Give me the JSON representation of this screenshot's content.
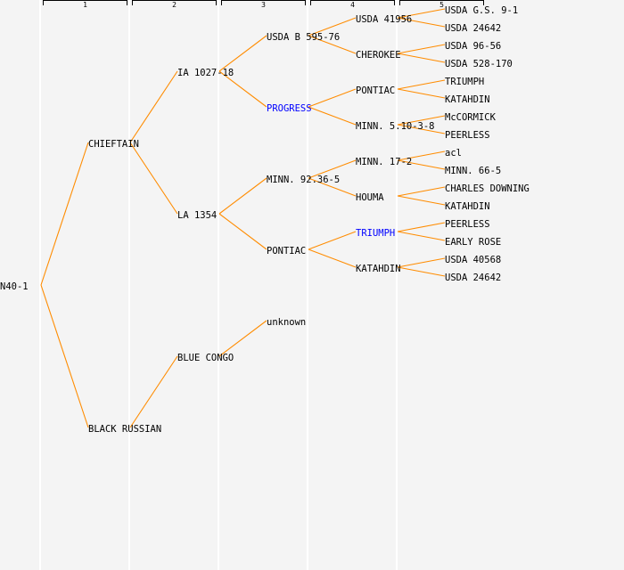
{
  "colors": {
    "edge": "#ff8c00",
    "highlight": "#0000ff",
    "text": "#000000",
    "background": "#f4f4f4"
  },
  "generation_headers": [
    "1",
    "2",
    "3",
    "4",
    "5"
  ],
  "tree": {
    "label": "N40-1",
    "parents": [
      {
        "label": "CHIEFTAIN",
        "parents": [
          {
            "label": "IA 1027-18",
            "parents": [
              {
                "label": "USDA B 595-76",
                "parents": [
                  {
                    "label": "USDA 41956",
                    "parents": [
                      {
                        "label": "USDA G.S. 9-1"
                      },
                      {
                        "label": "USDA 24642"
                      }
                    ]
                  },
                  {
                    "label": "CHEROKEE",
                    "parents": [
                      {
                        "label": "USDA 96-56"
                      },
                      {
                        "label": "USDA 528-170"
                      }
                    ]
                  }
                ]
              },
              {
                "label": "PROGRESS",
                "highlight": true,
                "parents": [
                  {
                    "label": "PONTIAC",
                    "parents": [
                      {
                        "label": "TRIUMPH"
                      },
                      {
                        "label": "KATAHDIN"
                      }
                    ]
                  },
                  {
                    "label": "MINN. 5.10-3-8",
                    "parents": [
                      {
                        "label": "McCORMICK"
                      },
                      {
                        "label": "PEERLESS"
                      }
                    ]
                  }
                ]
              }
            ]
          },
          {
            "label": "LA 1354",
            "parents": [
              {
                "label": "MINN. 92.36-5",
                "parents": [
                  {
                    "label": "MINN. 17-2",
                    "parents": [
                      {
                        "label": "acl"
                      },
                      {
                        "label": "MINN. 66-5"
                      }
                    ]
                  },
                  {
                    "label": "HOUMA",
                    "parents": [
                      {
                        "label": "CHARLES DOWNING"
                      },
                      {
                        "label": "KATAHDIN"
                      }
                    ]
                  }
                ]
              },
              {
                "label": "PONTIAC",
                "parents": [
                  {
                    "label": "TRIUMPH",
                    "highlight": true,
                    "parents": [
                      {
                        "label": "PEERLESS"
                      },
                      {
                        "label": "EARLY ROSE"
                      }
                    ]
                  },
                  {
                    "label": "KATAHDIN",
                    "parents": [
                      {
                        "label": "USDA 40568"
                      },
                      {
                        "label": "USDA 24642"
                      }
                    ]
                  }
                ]
              }
            ]
          }
        ]
      },
      {
        "label": "BLACK RUSSIAN",
        "parents": [
          {
            "label": "BLUE CONGO",
            "parents": [
              {
                "label": "unknown"
              },
              null
            ]
          },
          null
        ]
      }
    ]
  }
}
